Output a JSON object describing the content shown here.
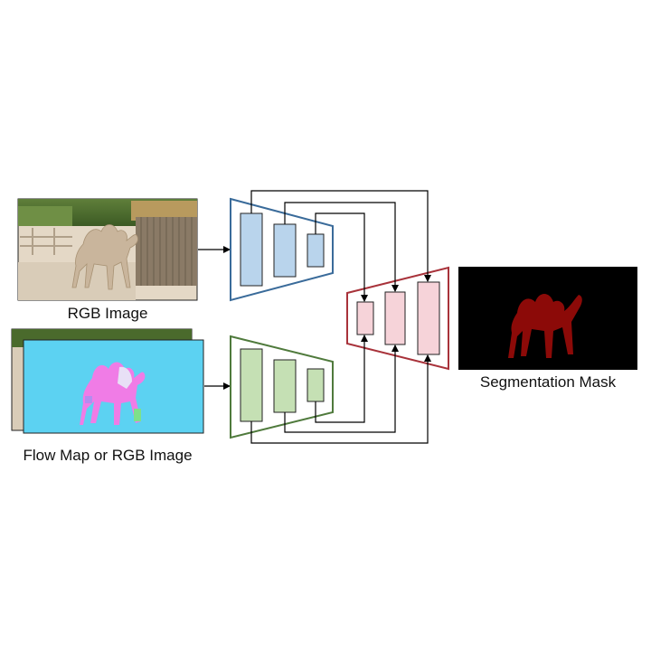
{
  "labels": {
    "rgb_image": "RGB Image",
    "flow_input": "Flow Map or RGB Image",
    "output": "Segmentation Mask"
  },
  "colors": {
    "rgb_encoder_stroke": "#3a6b9a",
    "rgb_encoder_fill": "#b9d4ec",
    "flow_encoder_stroke": "#4f7a3c",
    "flow_encoder_fill": "#c5e0b4",
    "decoder_stroke": "#a8323a",
    "decoder_fill": "#f6d3d9",
    "mask_background": "#000000",
    "mask_foreground": "#8c0a08",
    "flow_map_background": "#5cd2f2",
    "flow_map_object": "#f07ce6"
  }
}
